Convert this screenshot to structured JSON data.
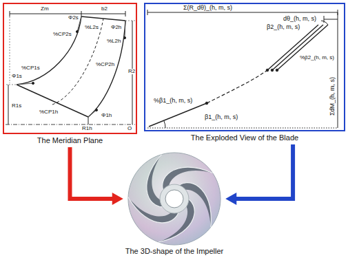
{
  "diagram": {
    "nodes": [
      {
        "text": [
          "The Meridian Plane"
        ]
      },
      {
        "text": [
          "The Exploded View of the Blade"
        ]
      },
      {
        "text": [
          "The 3D-shape of the Impeller"
        ]
      }
    ],
    "edges": [
      {
        "from": 0,
        "to": 2,
        "arrow": "to"
      },
      {
        "from": 1,
        "to": 2,
        "arrow": "to"
      }
    ],
    "labels": [
      "Zm",
      "b2",
      "Φ2s",
      "%L2s",
      "%CP2s",
      "Φ2h",
      "%L2h",
      "%CP2h",
      "R2",
      "%CP1s",
      "Φ1s",
      "R1s",
      "%CP1h",
      "Φ1h",
      "R1h",
      "O",
      "Σ(R_dθ)_(h, m, s)",
      "dθ_(h, m, s)",
      "β2_(h, m, s)",
      "%β2_(h, m, s)",
      "%β1_(h, m, s)",
      "β1_(h, m, s)",
      "ΣdM_(h, m, s)"
    ]
  }
}
